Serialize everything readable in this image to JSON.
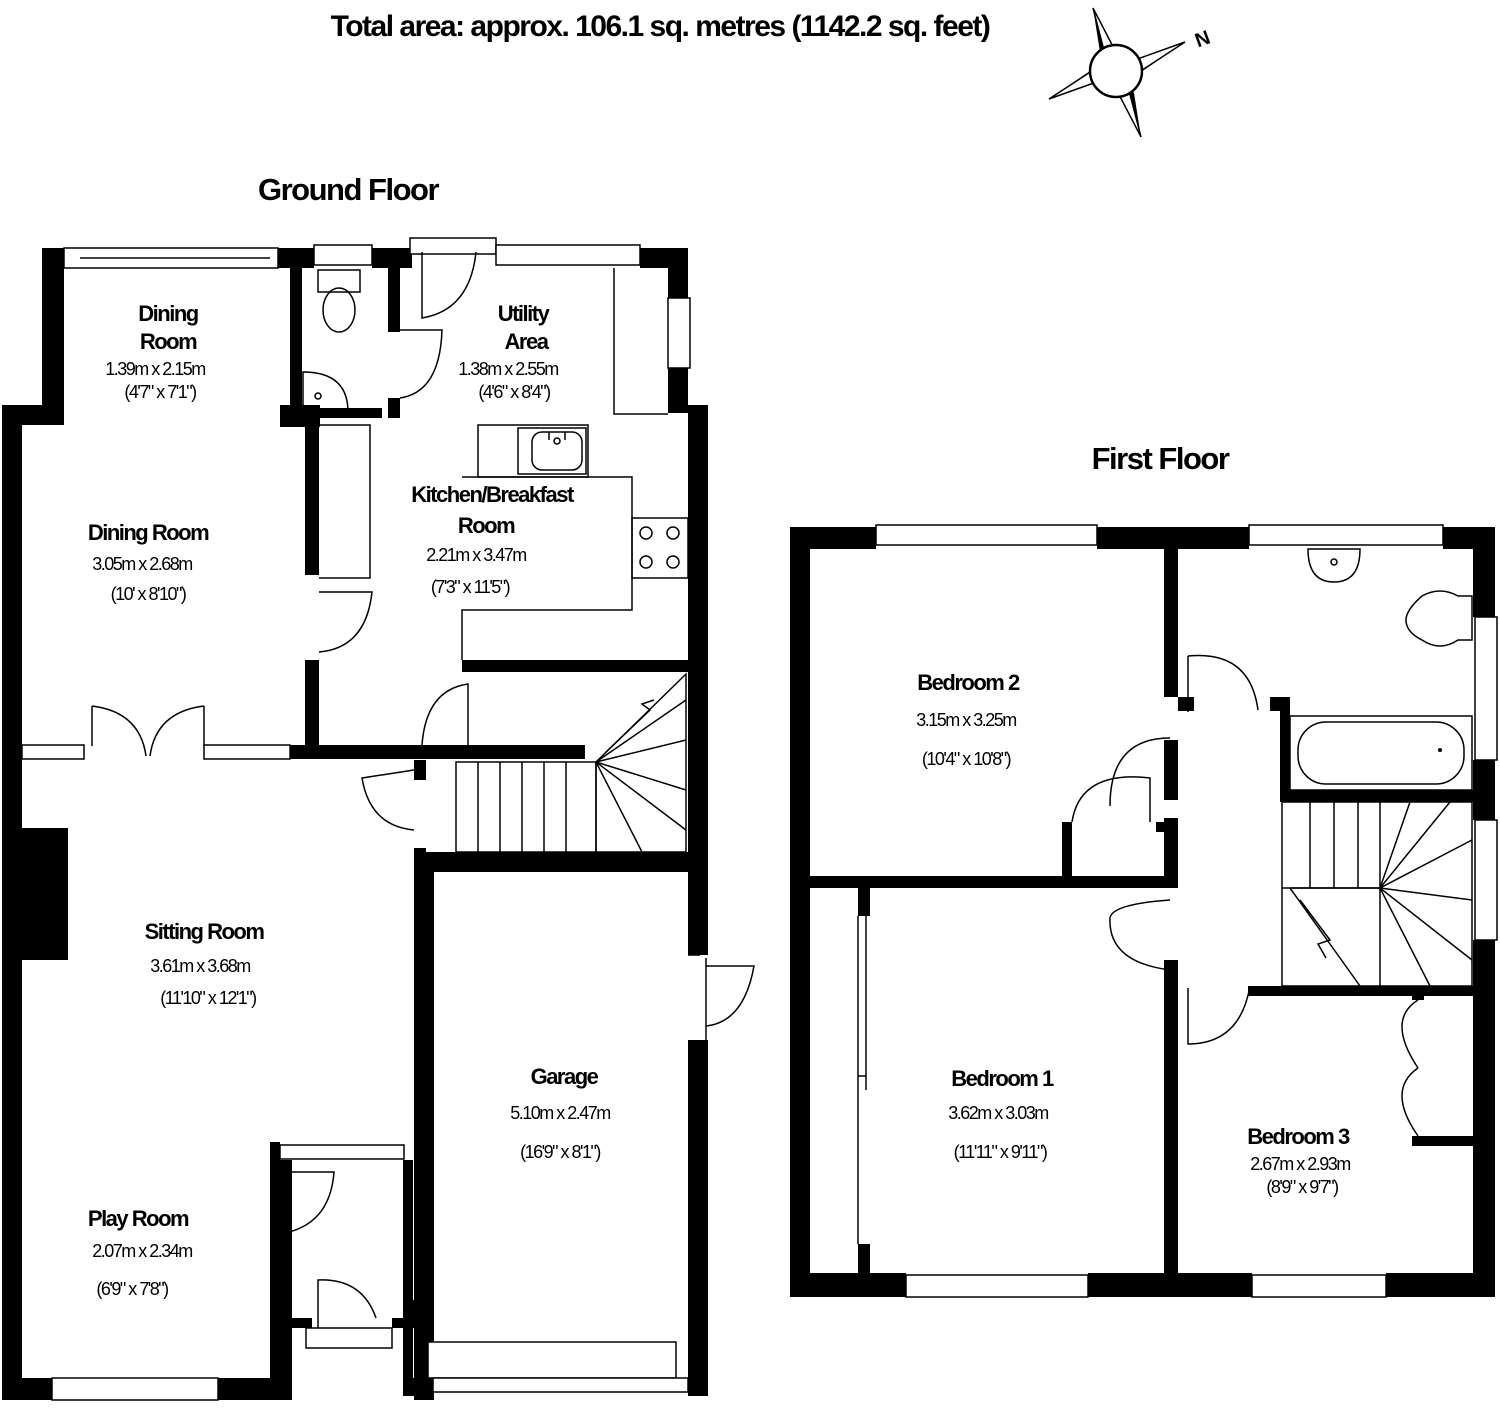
{
  "header": {
    "total_area": "Total area: approx. 106.1 sq. metres (1142.2 sq. feet)"
  },
  "compass": {
    "north_label": "N"
  },
  "ground_floor": {
    "title": "Ground Floor",
    "rooms": {
      "dining_small": {
        "name_1": "Dining",
        "name_2": "Room",
        "metric": "1.39m x 2.15m",
        "imperial": "(4'7\" x 7'1\")"
      },
      "utility": {
        "name_1": "Utility",
        "name_2": "Area",
        "metric": "1.38m x 2.55m",
        "imperial": "(4'6\" x 8'4\")"
      },
      "dining": {
        "name": "Dining Room",
        "metric": "3.05m x 2.68m",
        "imperial": "(10' x 8'10\")"
      },
      "kitchen": {
        "name_1": "Kitchen/Breakfast",
        "name_2": "Room",
        "metric": "2.21m x 3.47m",
        "imperial": "(7'3\" x 11'5\")"
      },
      "sitting": {
        "name": "Sitting Room",
        "metric": "3.61m x 3.68m",
        "imperial": "(11'10\" x 12'1\")"
      },
      "garage": {
        "name": "Garage",
        "metric": "5.10m x 2.47m",
        "imperial": "(16'9\" x 8'1\")"
      },
      "play": {
        "name": "Play Room",
        "metric": "2.07m x 2.34m",
        "imperial": "(6'9\" x 7'8\")"
      }
    }
  },
  "first_floor": {
    "title": "First Floor",
    "rooms": {
      "bedroom2": {
        "name": "Bedroom 2",
        "metric": "3.15m x 3.25m",
        "imperial": "(10'4\" x 10'8\")"
      },
      "bedroom1": {
        "name": "Bedroom 1",
        "metric": "3.62m x 3.03m",
        "imperial": "(11'11\" x 9'11\")"
      },
      "bedroom3": {
        "name": "Bedroom 3",
        "metric": "2.67m x 2.93m",
        "imperial": "(8'9\" x 9'7\")"
      }
    }
  }
}
